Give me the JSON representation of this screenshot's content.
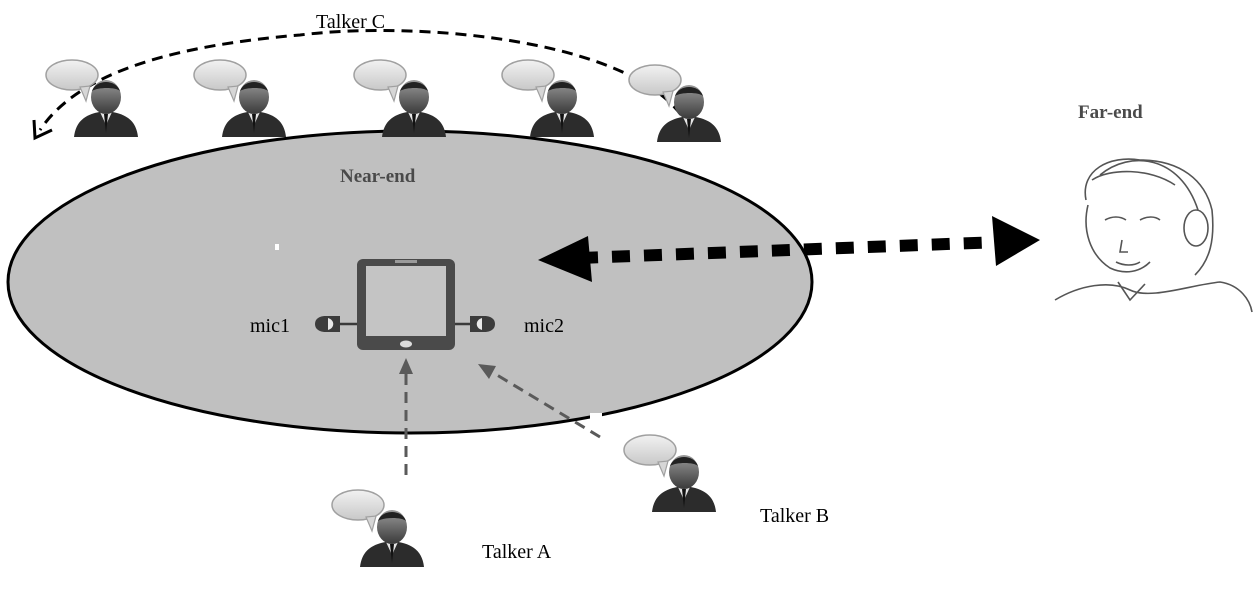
{
  "labels": {
    "talker_c": "Talker C",
    "far_end": "Far-end",
    "near_end": "Near-end",
    "mic1": "mic1",
    "mic2": "mic2",
    "talker_a": "Talker A",
    "talker_b": "Talker B"
  },
  "icons": {
    "talker": "person-with-speech-bubble-icon",
    "phone": "smartphone-icon",
    "microphone": "microphone-icon",
    "far_end_listener": "person-with-headset-icon"
  },
  "colors": {
    "near_end_region": "#c0c0c0",
    "dashed_arrow": "#5a5a5a",
    "thick_arrow": "#000000"
  }
}
